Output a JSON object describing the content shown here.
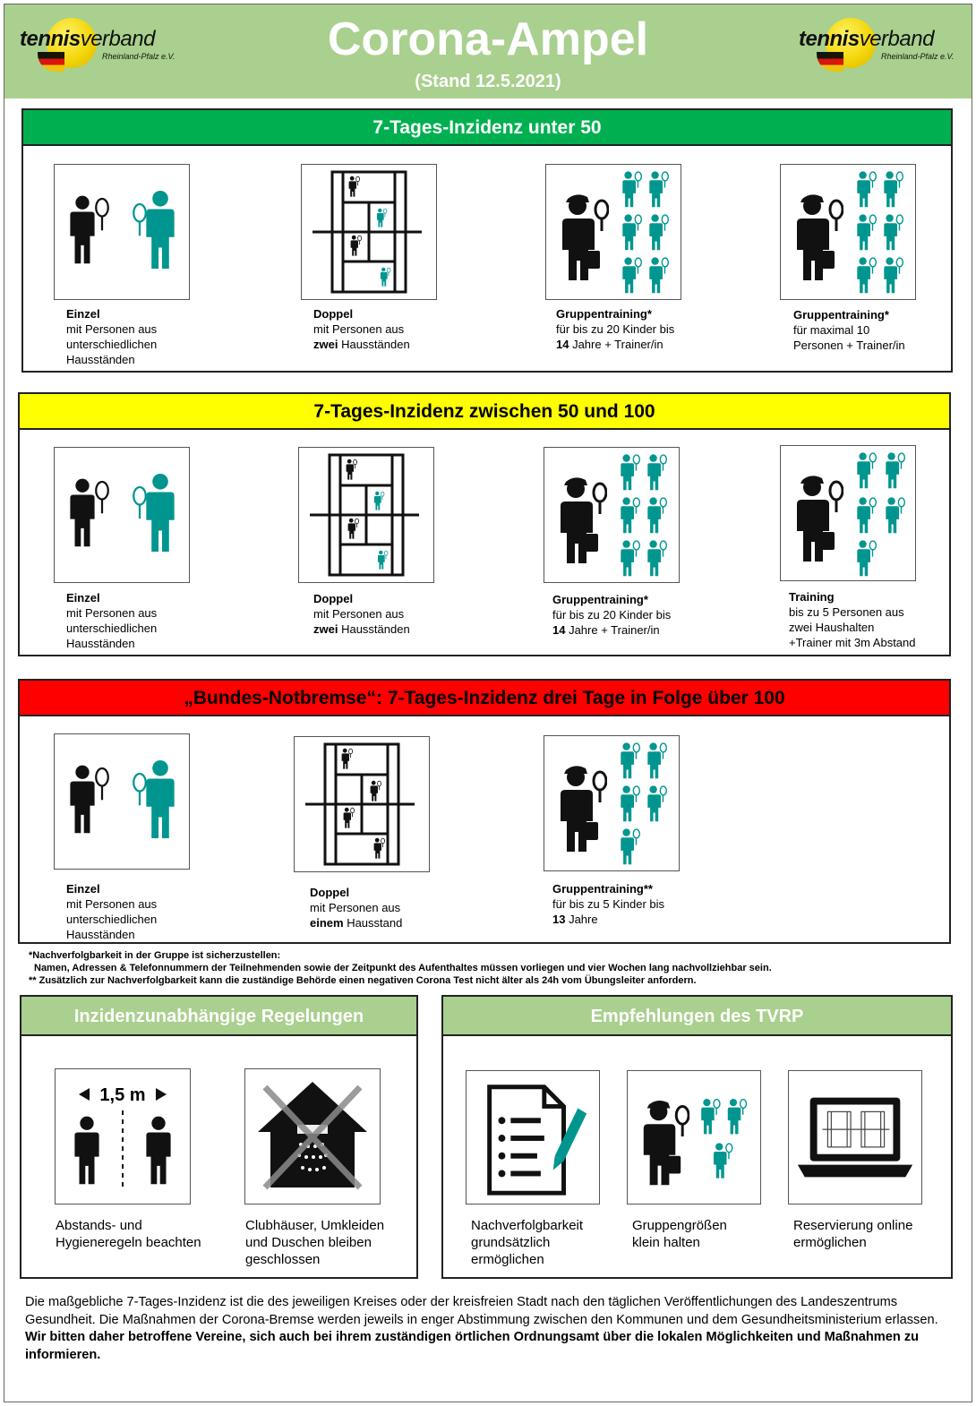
{
  "header": {
    "title": "Corona-Ampel",
    "subtitle": "(Stand 12.5.2021)",
    "logo_brand_bold": "tennis",
    "logo_brand": "verband",
    "logo_sub": "Rheinland-Pfalz e.V."
  },
  "sections": [
    {
      "title": "7-Tages-Inzidenz unter 50",
      "color": "#00b050",
      "items": [
        {
          "title": "Einzel",
          "lines": [
            "mit Personen aus",
            "unterschiedlichen",
            "Hausständen"
          ]
        },
        {
          "title": "Doppel",
          "line1": "mit Personen aus",
          "bold": "zwei",
          "rest": " Hausständen"
        },
        {
          "title": "Gruppentraining*",
          "line1": "für bis zu 20 Kinder bis",
          "bold": "14",
          "rest": " Jahre + Trainer/in"
        },
        {
          "title": "Gruppentraining*",
          "lines": [
            "für maximal 10",
            "Personen + Trainer/in"
          ]
        }
      ]
    },
    {
      "title": "7-Tages-Inzidenz zwischen 50 und 100",
      "color": "#ffff00",
      "items": [
        {
          "title": "Einzel",
          "lines": [
            "mit Personen aus",
            "unterschiedlichen",
            "Hausständen"
          ]
        },
        {
          "title": "Doppel",
          "line1": "mit Personen aus",
          "bold": "zwei",
          "rest": " Hausständen"
        },
        {
          "title": "Gruppentraining*",
          "line1": "für bis zu 20 Kinder bis",
          "bold": "14",
          "rest": " Jahre + Trainer/in"
        },
        {
          "title": "Training",
          "lines": [
            "bis zu 5 Personen aus",
            "zwei Haushalten",
            "+Trainer mit 3m Abstand"
          ]
        }
      ]
    },
    {
      "title": "„Bundes-Notbremse“: 7-Tages-Inzidenz drei Tage in Folge über 100",
      "color": "#ff0000",
      "items": [
        {
          "title": "Einzel",
          "lines": [
            "mit Personen aus",
            "unterschiedlichen",
            "Hausständen"
          ]
        },
        {
          "title": "Doppel",
          "line1": "mit Personen aus",
          "bold": "einem",
          "rest": " Hausstand"
        },
        {
          "title": "Gruppentraining**",
          "line1": "für bis zu 5 Kinder bis",
          "bold": "13",
          "rest": " Jahre"
        }
      ]
    }
  ],
  "footnotes": {
    "line1": "*Nachverfolgbarkeit in der Gruppe ist sicherzustellen:",
    "line2": "Namen, Adressen & Telefonnummern der Teilnehmenden sowie der Zeitpunkt des Aufenthaltes müssen vorliegen und vier Wochen lang nachvollziehbar sein.",
    "line3": "** Zusätzlich zur Nachverfolgbarkeit kann die zuständige Behörde einen negativen Corona Test nicht älter als 24h vom Übungsleiter anfordern."
  },
  "rules": {
    "title": "Inzidenzunabhängige Regelungen",
    "distance_label": "1,5 m",
    "items": [
      {
        "lines": [
          "Abstands- und",
          "Hygieneregeln beachten"
        ]
      },
      {
        "lines": [
          "Clubhäuser, Umkleiden",
          "und Duschen bleiben",
          "geschlossen"
        ]
      }
    ]
  },
  "recommendations": {
    "title": "Empfehlungen des TVRP",
    "items": [
      {
        "lines": [
          "Nachverfolgbarkeit",
          "grundsätzlich",
          "ermöglichen"
        ]
      },
      {
        "lines": [
          "Gruppengrößen",
          "klein halten"
        ]
      },
      {
        "lines": [
          "Reservierung online",
          "ermöglichen"
        ]
      }
    ]
  },
  "bottom": {
    "normal": "Die maßgebliche 7-Tages-Inzidenz ist die des jeweiligen Kreises oder der kreisfreien Stadt nach den täglichen Veröffentlichungen des Landeszentrums Gesundheit. Die Maßnahmen der Corona-Bremse werden jeweils in enger Abstimmung zwischen den Kommunen und dem Gesundheitsministerium erlassen. ",
    "bold": "Wir bitten daher betroffene Vereine, sich auch bei ihrem zuständigen örtlichen Ordnungsamt über die lokalen Möglichkeiten und Maßnahmen zu informieren."
  },
  "colors": {
    "header_green": "#a9d08e",
    "teal": "#00968f",
    "dark": "#111111"
  }
}
